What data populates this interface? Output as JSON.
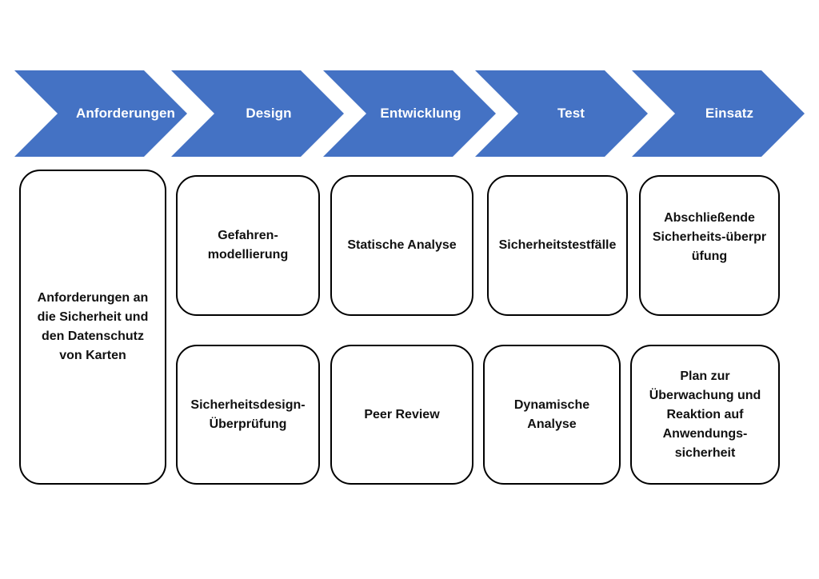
{
  "colors": {
    "chevron_fill": "#4472C4",
    "chevron_text": "#FFFFFF",
    "box_border": "#000000"
  },
  "phases": [
    {
      "label": "Anforderungen"
    },
    {
      "label": "Design"
    },
    {
      "label": "Entwicklung"
    },
    {
      "label": "Test"
    },
    {
      "label": "Einsatz"
    }
  ],
  "activities": {
    "requirements": "Anforderungen an\ndie Sicherheit und\nden Datenschutz\nvon Karten",
    "threat_modeling": "Gefahren-\nmodellierung",
    "design_review": "Sicherheitsdesign-\nÜberprüfung",
    "static_analysis": "Statische Analyse",
    "peer_review": "Peer Review",
    "security_test_cases": "Sicherheitstestfälle",
    "dynamic_analysis": "Dynamische\nAnalyse",
    "final_review": "Abschließende\nSicherheits-überpr\nüfung",
    "monitoring_plan": "Plan zur\nÜberwachung und\nReaktion auf\nAnwendungs-\nsicherheit"
  }
}
